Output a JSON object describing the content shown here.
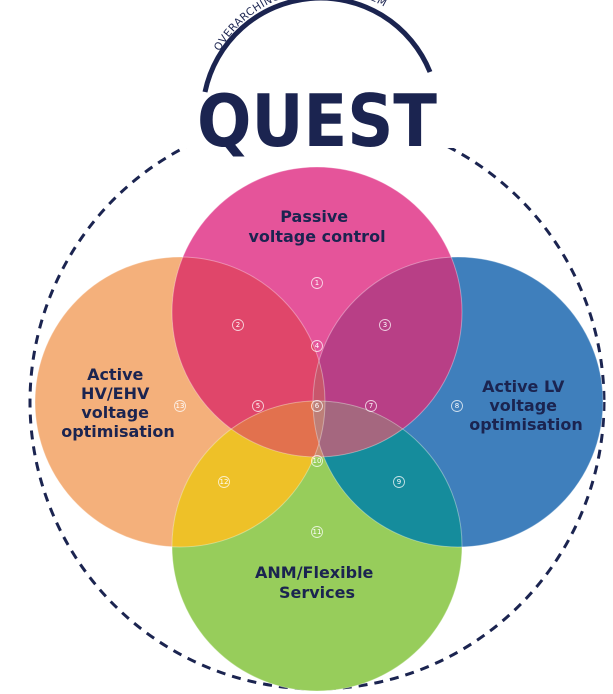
{
  "header": {
    "arc_caption": "OVERARCHING CONTROL SYSTEM",
    "logo_word": "QUEST"
  },
  "circles": {
    "passive": {
      "line1": "Passive",
      "line2": "voltage control",
      "color": "#e2337f"
    },
    "active_hv": {
      "line1": "Active",
      "line2": "HV/EHV",
      "line3": "voltage",
      "line4": "optimisation",
      "color": "#f4a460"
    },
    "active_lv": {
      "line1": "Active LV",
      "line2": "voltage",
      "line3": "optimisation",
      "color": "#2d73b5"
    },
    "anm": {
      "line1": "ANM/Flexible",
      "line2": "Services",
      "color": "#8dc63f"
    }
  },
  "regions": {
    "r1": "1",
    "r2": "2",
    "r3": "3",
    "r4": "4",
    "r5": "5",
    "r6": "6",
    "r7": "7",
    "r8": "8",
    "r9": "9",
    "r10": "10",
    "r11": "11",
    "r12": "12",
    "r13": "13"
  },
  "colors": {
    "navy": "#1b2450",
    "pink": "#e2337f",
    "orange": "#f4a460",
    "blue": "#2d73b5",
    "green": "#8dc63f",
    "yellow": "#f2c318",
    "teal": "#158c9c"
  }
}
